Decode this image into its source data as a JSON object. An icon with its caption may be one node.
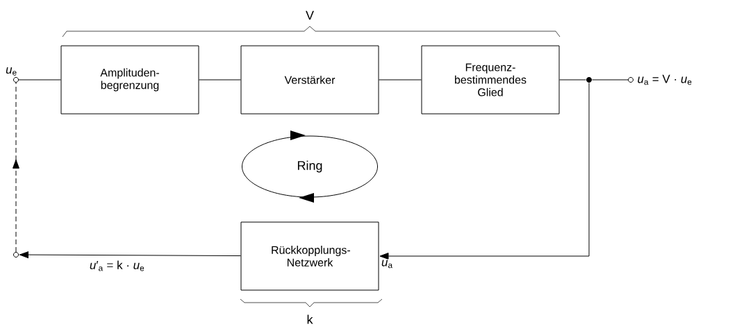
{
  "diagram": {
    "nodes": [
      {
        "text": [],
        "shape": "circle",
        "beside": [
          "*u*$_{e}$"
        ]
      },
      {
        "text": [
          "Amplituden- begrenzung"
        ]
      },
      {
        "text": [
          "Verstärker"
        ]
      },
      {
        "text": [
          "Frequenz- bestimmendes Glied"
        ]
      },
      {
        "text": [],
        "shape": "circle"
      },
      {
        "text": [],
        "shape": "circle",
        "beside": [
          "*u*$_{a}$ = V · *u*$_{e}$"
        ]
      },
      {
        "text": [
          "Ring"
        ]
      },
      {
        "text": [
          "Rückkopplungs- Netzwerk"
        ]
      },
      {
        "text": [],
        "shape": "circle"
      }
    ],
    "edges": [
      {
        "from": 0,
        "to": 1,
        "arrow": "none"
      },
      {
        "from": 1,
        "to": 2,
        "arrow": "none"
      },
      {
        "from": 2,
        "to": 3,
        "arrow": "none"
      },
      {
        "from": 3,
        "to": 4,
        "arrow": "none"
      },
      {
        "from": 4,
        "to": 5,
        "arrow": "none"
      },
      {
        "from": 4,
        "to": 7,
        "arrow": "to",
        "label": "*u*$_{a}$"
      },
      {
        "from": 7,
        "to": 8,
        "arrow": "to",
        "label": "*u*′$_{a}$ = k · *u*$_{e}$"
      },
      {
        "from": 8,
        "to": 0,
        "arrow": "to",
        "style": "dashed"
      }
    ],
    "labels": [
      "V",
      "k"
    ]
  }
}
